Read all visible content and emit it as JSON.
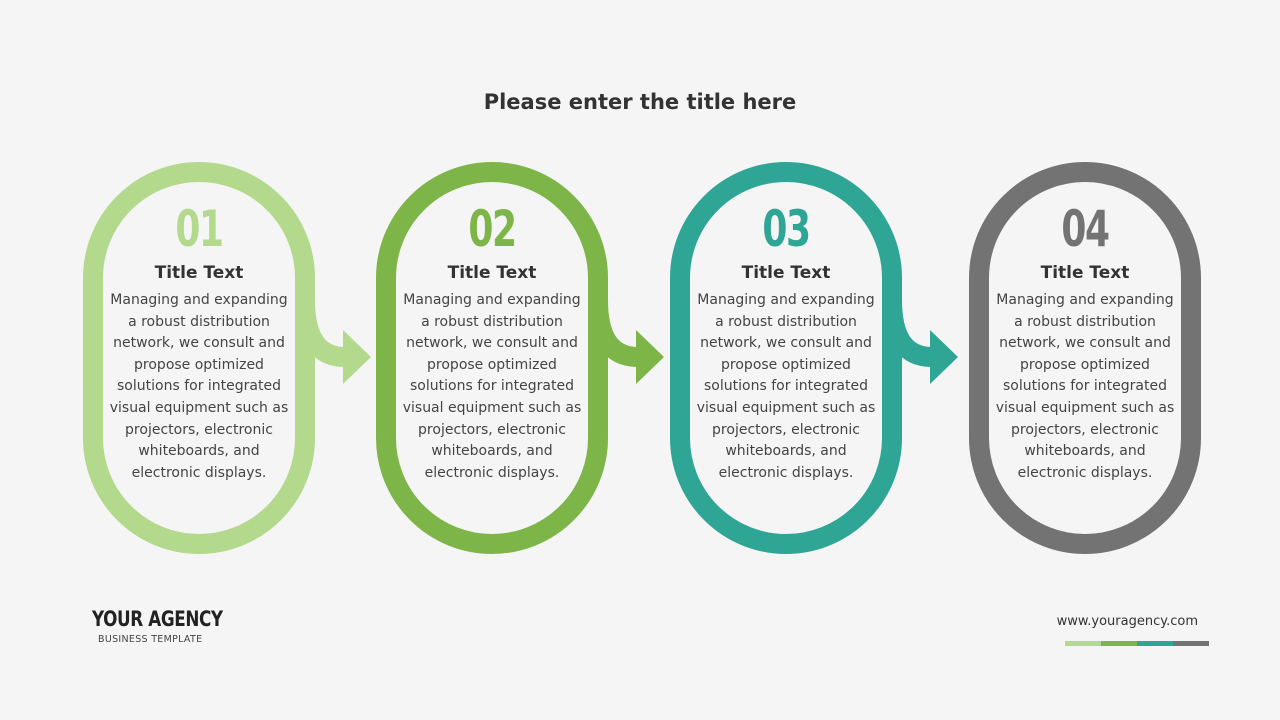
{
  "page": {
    "title": "Please enter the title here"
  },
  "steps": [
    {
      "number": "01",
      "title": "Title Text",
      "description": "Managing and expanding a robust distribution network, we consult and propose optimized solutions for integrated visual equipment such as projectors, electronic whiteboards, and electronic displays.",
      "color": "#b3d98d"
    },
    {
      "number": "02",
      "title": "Title Text",
      "description": "Managing and expanding a robust distribution network, we consult and propose optimized solutions for integrated visual equipment such as projectors, electronic whiteboards, and electronic displays.",
      "color": "#7db548"
    },
    {
      "number": "03",
      "title": "Title Text",
      "description": "Managing and expanding a robust distribution network, we consult and propose optimized solutions for integrated visual equipment such as projectors, electronic whiteboards, and electronic displays.",
      "color": "#2fa595"
    },
    {
      "number": "04",
      "title": "Title Text",
      "description": "Managing and expanding a robust distribution network, we consult and propose optimized solutions for integrated visual equipment such as projectors, electronic whiteboards, and electronic displays.",
      "color": "#737373"
    }
  ],
  "brand": {
    "name": "YOUR AGENCY",
    "subtitle": "BUSINESS TEMPLATE"
  },
  "footer": {
    "website": "www.youragency.com"
  }
}
